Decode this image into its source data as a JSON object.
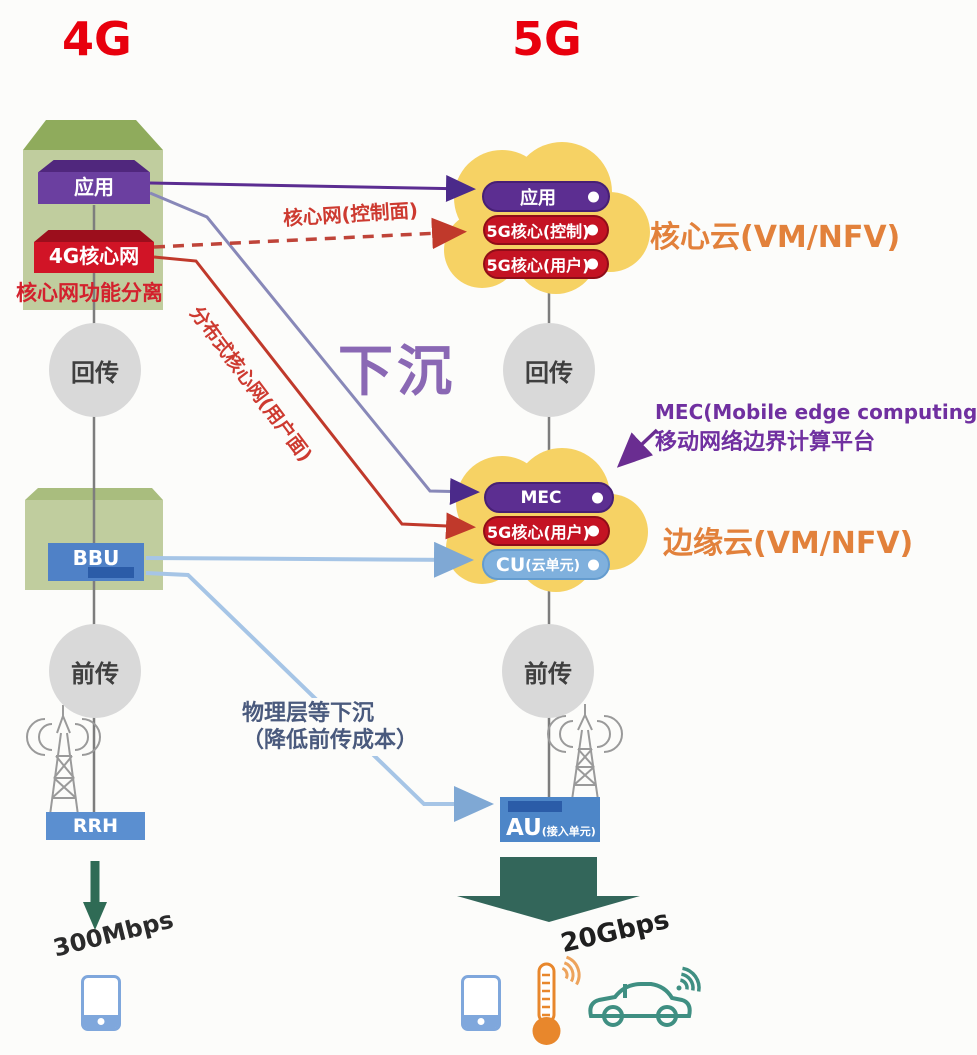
{
  "titles": {
    "left": "4G",
    "right": "5G"
  },
  "left": {
    "app": "应用",
    "core": "4G核心网",
    "core_note": "核心网功能分离",
    "backhaul": "回传",
    "bbu": "BBU",
    "fronthaul": "前传",
    "rrh": "RRH",
    "speed": "300Mbps"
  },
  "right": {
    "cloud_app": "应用",
    "cloud_ctrl": "5G核心(控制)",
    "cloud_user": "5G核心(用户)",
    "core_cloud_label": "核心云(VM/NFV)",
    "backhaul": "回传",
    "mec": "MEC",
    "edge_user": "5G核心(用户)",
    "cu_main": "CU",
    "cu_sub": "(云单元)",
    "edge_cloud_label": "边缘云(VM/NFV)",
    "mec_note1": "MEC(Mobile edge computing)",
    "mec_note2": "移动网络边界计算平台",
    "fronthaul": "前传",
    "au_main": "AU",
    "au_sub": "(接入单元)",
    "speed": "20Gbps"
  },
  "annotations": {
    "sink": "下沉",
    "ctrl_plane": "核心网(控制面)",
    "user_plane": "分布式核心网(用户面)",
    "phy1": "物理层等下沉",
    "phy2": "（降低前传成本）"
  },
  "icons": {
    "left_tower": "cell-tower-icon",
    "right_tower": "cell-tower-icon",
    "left_phone": "smartphone-icon",
    "right_phone": "smartphone-icon",
    "thermometer": "iot-thermometer-icon",
    "car": "connected-car-icon",
    "pill_dot": "status-dot",
    "down_arrow": "down-arrow"
  },
  "colors": {
    "title_red": "#e8000d",
    "badge_purple": "#6b3fa0",
    "badge_red": "#d11426",
    "pill_purple": "#5c2e91",
    "pill_red": "#c41323",
    "pill_blue": "#7fb0dd",
    "cloud_yellow": "#f6d264",
    "box_green": "#bfcd9d",
    "box_green_dark": "#8fab5c",
    "blue_box": "#4f81c7",
    "orange_label": "#e2813b",
    "purple_note": "#7030a0",
    "green_arrow": "#33665a",
    "line_blue": "#a6c5e6",
    "line_red": "#c0392b",
    "line_purple": "#5b2d91",
    "sink_purple": "#8a68b4",
    "phy_note_color": "#4a5a7d"
  }
}
